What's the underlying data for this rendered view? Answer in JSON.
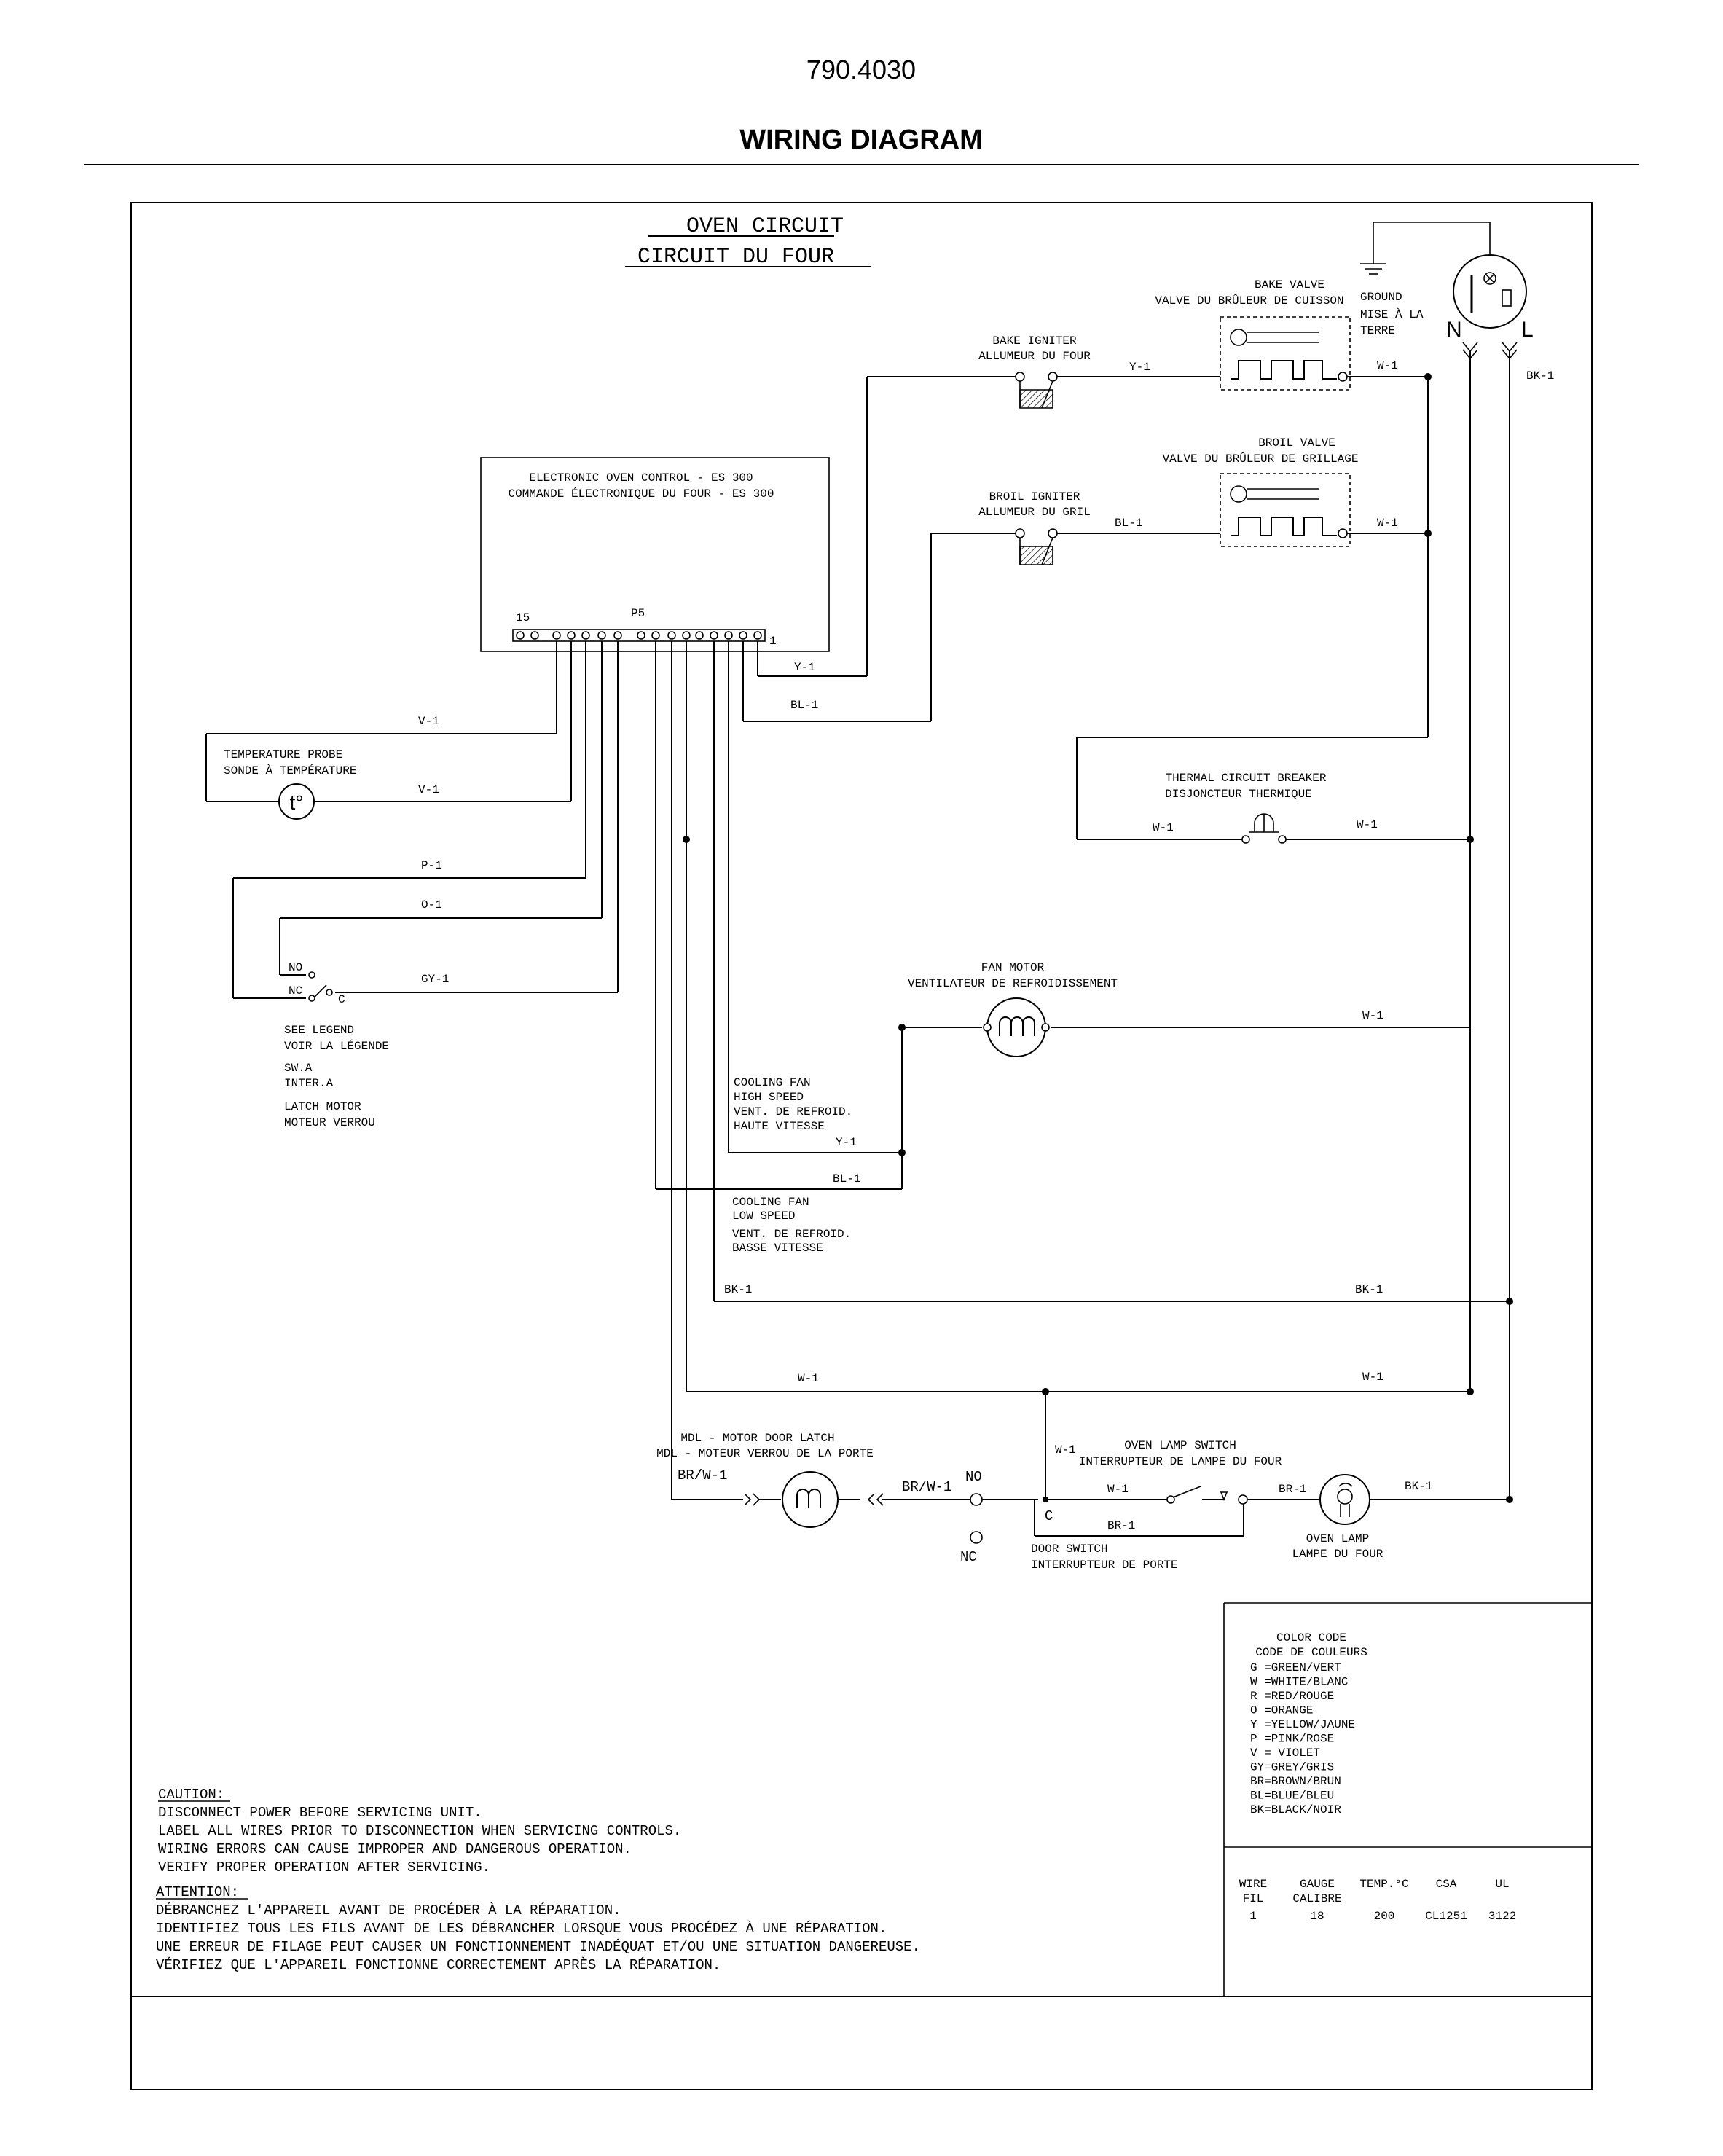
{
  "header": {
    "part_number": "790.4030",
    "title": "WIRING DIAGRAM"
  },
  "circuit_title": {
    "line1": "OVEN CIRCUIT",
    "line2": "CIRCUIT DU FOUR"
  },
  "control": {
    "line1": "ELECTRONIC OVEN CONTROL - ES 300",
    "line2": "COMMANDE ÉLECTRONIQUE DU FOUR  - ES 300",
    "pin_first": "15",
    "connector": "P5",
    "pin_last": "1"
  },
  "bake_valve": {
    "line1": "BAKE VALVE",
    "line2": "VALVE DU BRÛLEUR DE CUISSON"
  },
  "ground": {
    "line1": "GROUND",
    "line2": "MISE À LA",
    "line3": "TERRE"
  },
  "plug": {
    "n": "N",
    "l": "L"
  },
  "bake_igniter": {
    "line1": "BAKE IGNITER",
    "line2": "ALLUMEUR DU FOUR"
  },
  "broil_valve": {
    "line1": "BROIL VALVE",
    "line2": "VALVE DU BRÛLEUR DE GRILLAGE"
  },
  "broil_igniter": {
    "line1": "BROIL IGNITER",
    "line2": "ALLUMEUR DU GRIL"
  },
  "probe": {
    "line1": "TEMPERATURE PROBE",
    "line2": "SONDE À TEMPÉRATURE",
    "symbol": "t°"
  },
  "breaker": {
    "line1": "THERMAL CIRCUIT BREAKER",
    "line2": "DISJONCTEUR THERMIQUE"
  },
  "fan_motor": {
    "line1": "FAN MOTOR",
    "line2": "VENTILATEUR DE REFROIDISSEMENT"
  },
  "cool_high": {
    "line1": "COOLING FAN",
    "line2": "HIGH SPEED",
    "line3": "VENT. DE REFROID.",
    "line4": "HAUTE VITESSE"
  },
  "cool_low": {
    "line1": "COOLING FAN",
    "line2": "LOW SPEED",
    "line3": "VENT. DE REFROID.",
    "line4": "BASSE VITESSE"
  },
  "latch_switch": {
    "no": "NO",
    "nc": "NC",
    "c": "C",
    "line1": "SEE LEGEND",
    "line2": "VOIR LA LÉGENDE",
    "line3": "SW.A",
    "line4": "INTER.A",
    "line5": "LATCH MOTOR",
    "line6": "MOTEUR VERROU"
  },
  "mdl": {
    "line1": "MDL - MOTOR DOOR LATCH",
    "line2": "MDL - MOTEUR VERROU DE LA PORTE"
  },
  "lamp_switch": {
    "line1": "OVEN LAMP SWITCH",
    "line2": "INTERRUPTEUR DE LAMPE DU FOUR"
  },
  "door_switch": {
    "no": "NO",
    "nc": "NC",
    "c": "C",
    "line1": "DOOR SWITCH",
    "line2": "INTERRUPTEUR DE PORTE"
  },
  "oven_lamp": {
    "line1": "OVEN LAMP",
    "line2": "LAMPE DU FOUR"
  },
  "wires": {
    "y1": "Y-1",
    "w1": "W-1",
    "bl1": "BL-1",
    "bk1": "BK-1",
    "v1": "V-1",
    "p1": "P-1",
    "o1": "O-1",
    "gy1": "GY-1",
    "br1": "BR-1",
    "brw1": "BR/W-1"
  },
  "color_code": {
    "title1": "COLOR CODE",
    "title2": "CODE DE COULEURS",
    "entries": [
      "G =GREEN/VERT",
      "W =WHITE/BLANC",
      "R =RED/ROUGE",
      "O =ORANGE",
      "Y =YELLOW/JAUNE",
      "P =PINK/ROSE",
      "V = VIOLET",
      "GY=GREY/GRIS",
      "BR=BROWN/BRUN",
      "BL=BLUE/BLEU",
      "BK=BLACK/NOIR"
    ]
  },
  "spec_table": {
    "headers": [
      "WIRE",
      "GAUGE",
      "TEMP.°C",
      "CSA",
      "UL"
    ],
    "headers_fr": [
      "FIL",
      "CALIBRE"
    ],
    "values": [
      "1",
      "18",
      "200",
      "CL1251",
      "3122"
    ]
  },
  "caution": {
    "title": "CAUTION:",
    "lines": [
      "DISCONNECT POWER BEFORE SERVICING UNIT.",
      "LABEL ALL WIRES PRIOR TO DISCONNECTION WHEN SERVICING CONTROLS.",
      "WIRING ERRORS CAN CAUSE IMPROPER AND DANGEROUS OPERATION.",
      "VERIFY PROPER OPERATION AFTER SERVICING."
    ]
  },
  "attention": {
    "title": "ATTENTION:",
    "lines": [
      "DÉBRANCHEZ L'APPAREIL AVANT DE PROCÉDER À LA RÉPARATION.",
      "IDENTIFIEZ TOUS LES FILS AVANT DE LES DÉBRANCHER LORSQUE VOUS PROCÉDEZ À UNE RÉPARATION.",
      "UNE ERREUR DE FILAGE PEUT CAUSER UN FONCTIONNEMENT INADÉQUAT ET/OU UNE SITUATION DANGEREUSE.",
      "VÉRIFIEZ QUE L'APPAREIL FONCTIONNE CORRECTEMENT APRÈS LA RÉPARATION."
    ]
  }
}
